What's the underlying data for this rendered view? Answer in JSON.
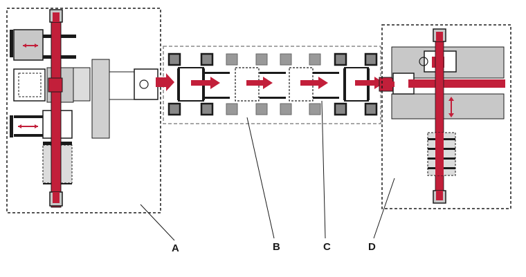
{
  "colors": {
    "rail": "#c21f3a",
    "outline": "#1a1a1a",
    "gray_fill": "#c8c8c8",
    "light_gray": "#dcdcdc",
    "dashed_gray": "#888888",
    "background": "#ffffff"
  },
  "labels": {
    "a": "A",
    "b": "B",
    "c": "C",
    "d": "D"
  }
}
